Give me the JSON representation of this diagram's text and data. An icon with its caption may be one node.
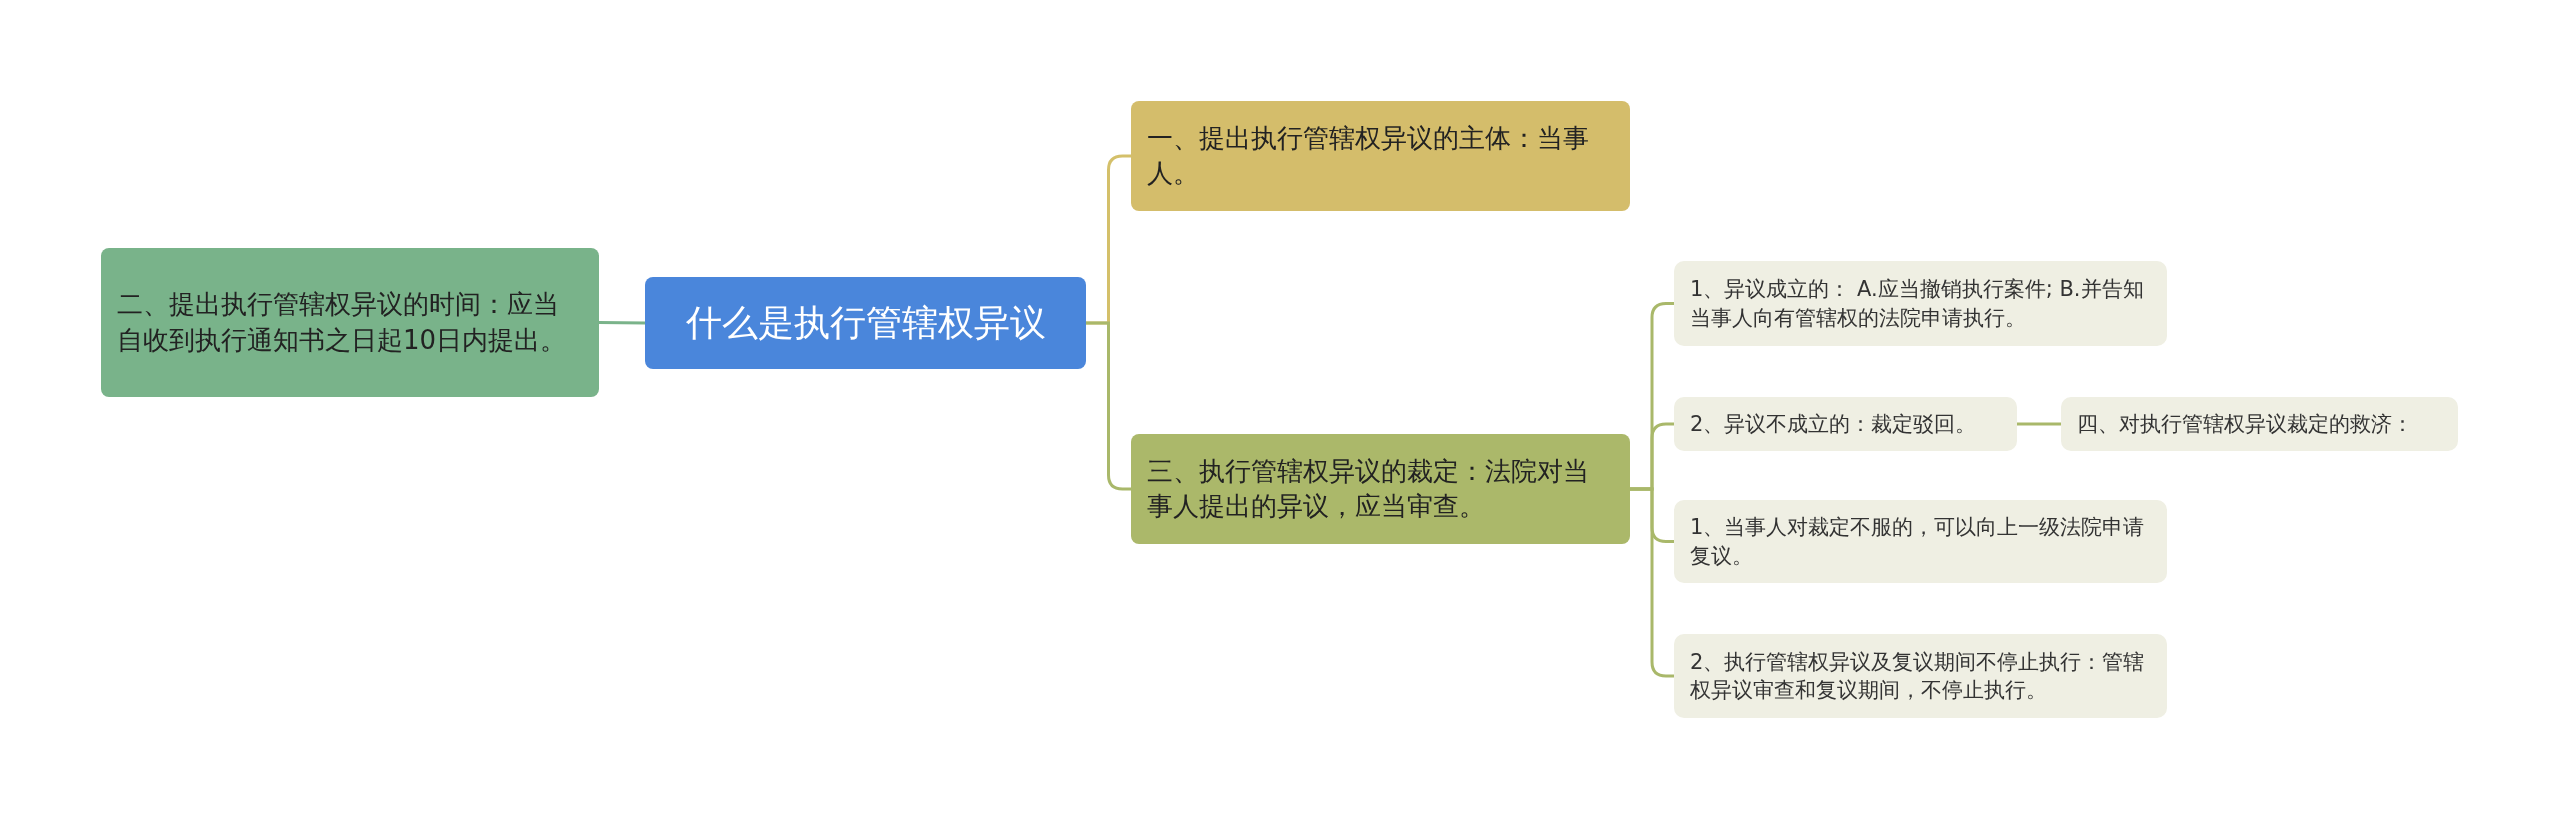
{
  "diagram": {
    "nodes": [
      {
        "text": [
          "什么是执行管辖权异议"
        ]
      },
      {
        "text": [
          "二、提出执行管辖权异议的时间：应当自收到执行通知书之日起10日内提出。"
        ]
      },
      {
        "text": [
          "一、提出执行管辖权异议的主体：当事人。"
        ]
      },
      {
        "text": [
          "三、执行管辖权异议的裁定：法院对当事人提出的异议，应当审查。"
        ]
      },
      {
        "text": [
          "1、异议成立的： A.应当撤销执行案件; B.并告知当事人向有管辖权的法院申请执行。"
        ]
      },
      {
        "text": [
          "2、异议不成立的：裁定驳回。"
        ]
      },
      {
        "text": [
          "四、对执行管辖权异议裁定的救济："
        ]
      },
      {
        "text": [
          "1、当事人对裁定不服的，可以向上一级法院申请复议。"
        ]
      },
      {
        "text": [
          "2、执行管辖权异议及复议期间不停止执行：管辖权异议审查和复议期间，不停止执行。"
        ]
      }
    ],
    "edges": [
      {
        "from": 0,
        "to": 1,
        "arrow": "none",
        "color": "#7ab38a"
      },
      {
        "from": 0,
        "to": 2,
        "arrow": "none",
        "color": "#d4c06a"
      },
      {
        "from": 0,
        "to": 3,
        "arrow": "none"
      },
      {
        "from": 3,
        "to": 4,
        "arrow": "none"
      },
      {
        "from": 3,
        "to": 5,
        "arrow": "none"
      },
      {
        "from": 3,
        "to": 7,
        "arrow": "none"
      },
      {
        "from": 3,
        "to": 8,
        "arrow": "none"
      },
      {
        "from": 5,
        "to": 6,
        "arrow": "none"
      }
    ]
  }
}
